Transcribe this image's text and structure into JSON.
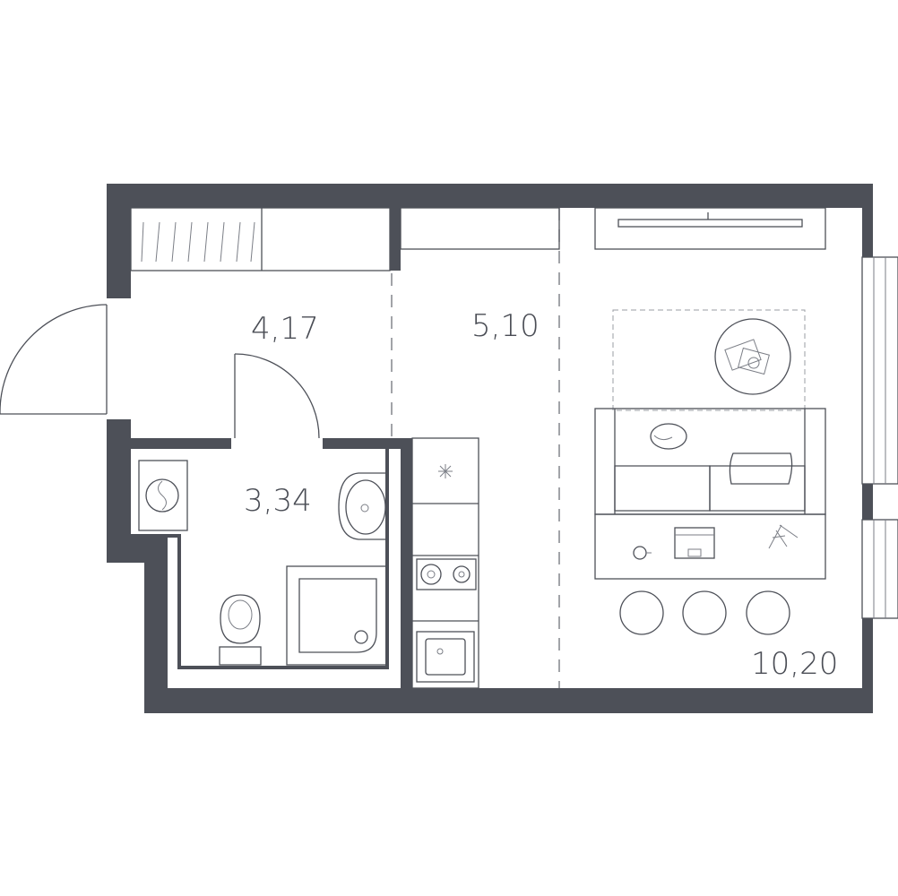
{
  "rooms": [
    {
      "id": "hallway",
      "area": "4,17"
    },
    {
      "id": "kitchen",
      "area": "5,10"
    },
    {
      "id": "bathroom",
      "area": "3,34"
    },
    {
      "id": "living-room",
      "area": "10,20"
    }
  ],
  "colors": {
    "wall": "#4d5058",
    "line": "#4d5058",
    "background": "#ffffff"
  }
}
